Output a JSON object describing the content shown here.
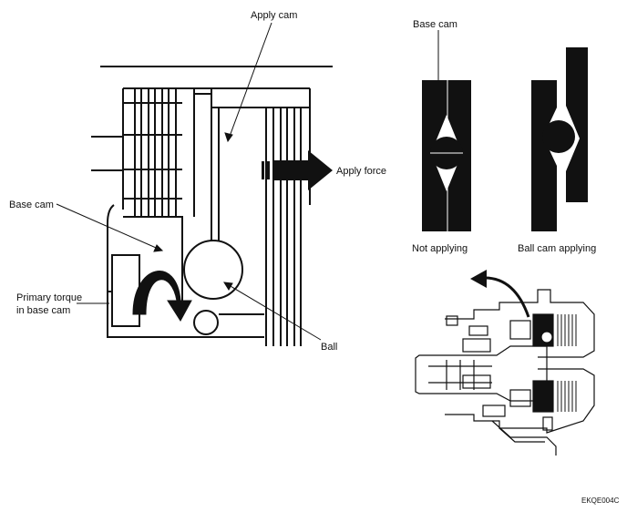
{
  "labels": {
    "apply_cam": "Apply cam",
    "apply_force": "Apply force",
    "base_cam_left": "Base cam",
    "primary_torque_line1": "Primary torque",
    "primary_torque_line2": "in base cam",
    "ball": "Ball",
    "base_cam_right": "Base cam",
    "not_applying": "Not applying",
    "ball_cam_applying": "Ball cam applying",
    "figure_code": "EKQE004C"
  },
  "colors": {
    "ink": "#111111",
    "background": "#ffffff"
  }
}
